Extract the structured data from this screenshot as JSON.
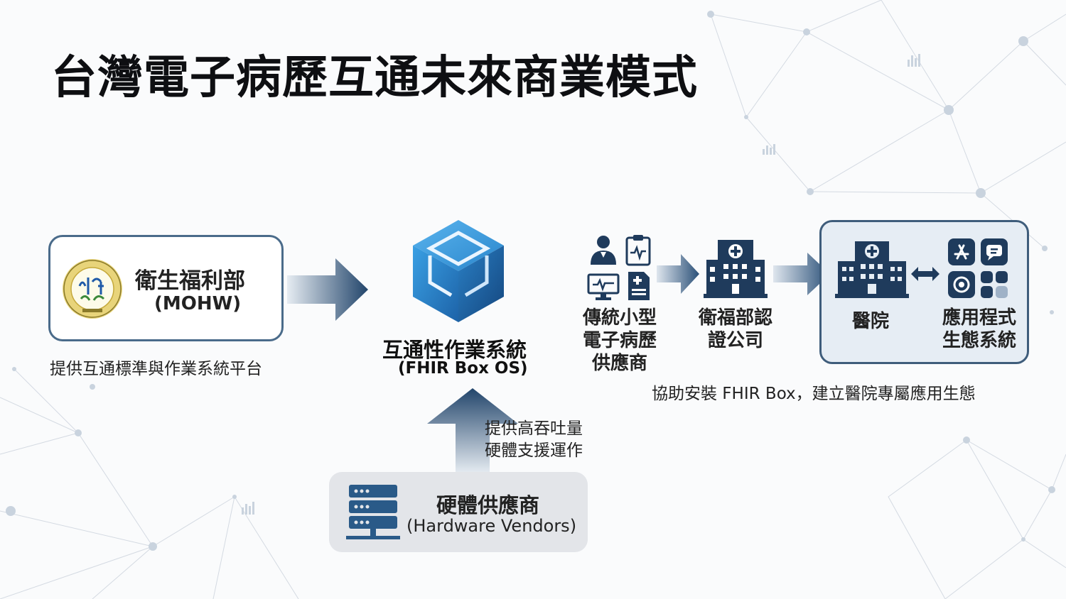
{
  "title": "台灣電子病歷互通未來商業模式",
  "mohw": {
    "name": "衛生福利部",
    "name_en": "(MOHW)",
    "caption": "提供互通標準與作業系統平台"
  },
  "fhir_box": {
    "name": "互通性作業系統",
    "name_en": "(FHIR Box OS)"
  },
  "hardware": {
    "note_line1": "提供高吞吐量",
    "note_line2": "硬體支援運作",
    "name": "硬體供應商",
    "name_en": "(Hardware Vendors)"
  },
  "emr_vendor": {
    "line1": "傳統小型",
    "line2": "電子病歷",
    "line3": "供應商"
  },
  "certified": {
    "line1": "衛福部認",
    "line2": "證公司"
  },
  "ecosystem": {
    "hospital": "醫院",
    "app_line1": "應用程式",
    "app_line2": "生態系統"
  },
  "right_caption": "協助安裝 FHIR Box，建立醫院專屬應用生態",
  "colors": {
    "navy": "#1f3b5c",
    "blue": "#2a7fc4",
    "border": "#4a6b8a",
    "eco_bg": "#e6edf4"
  },
  "icons": [
    "mohw-logo",
    "cube-icon",
    "server-icon",
    "doctor-icon",
    "clipboard-icon",
    "monitor-icon",
    "document-icon",
    "building-icon",
    "hospital-icon",
    "app-store-icon",
    "chat-icon",
    "settings-icon",
    "grid-icon"
  ]
}
